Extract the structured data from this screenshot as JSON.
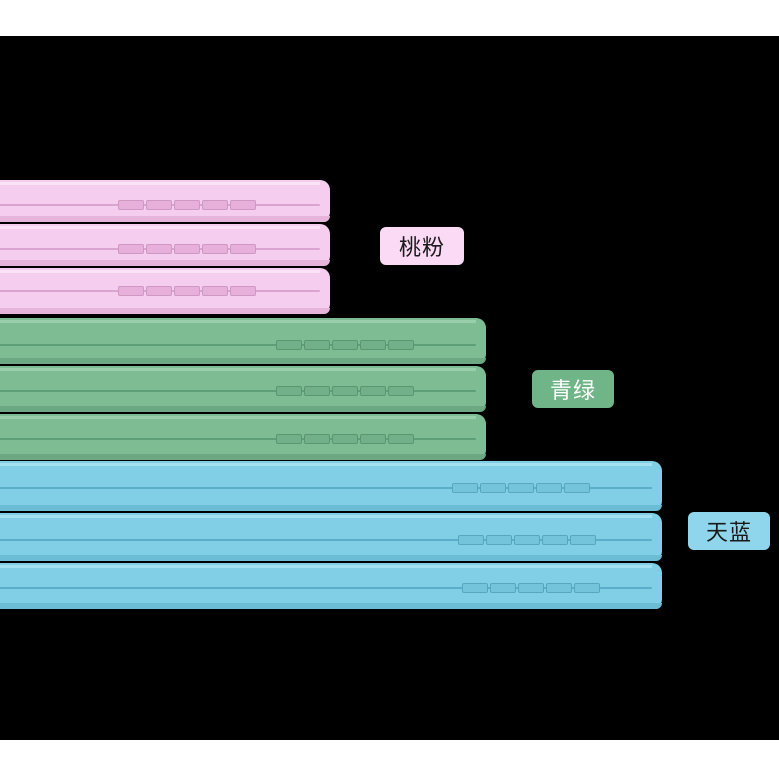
{
  "colors": {
    "pink": {
      "name": "桃粉",
      "accent": "#f5cdee",
      "label_bg": "#fbdaf5",
      "label_text": "#1a1a1a"
    },
    "green": {
      "name": "青绿",
      "accent": "#7ebd94",
      "label_bg": "#6fb587",
      "label_text": "#ffffff"
    },
    "blue": {
      "name": "天蓝",
      "accent": "#80cfe6",
      "label_bg": "#8fd6ec",
      "label_text": "#1a1a1a"
    }
  },
  "background": "#000000"
}
